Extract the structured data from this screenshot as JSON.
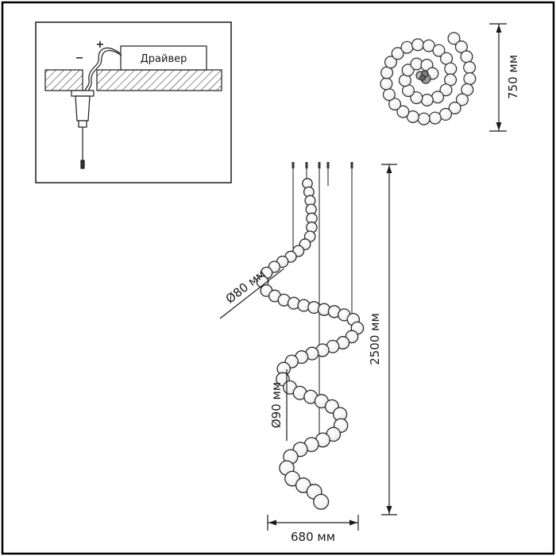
{
  "inset": {
    "driver": "Драйвер",
    "plus": "+",
    "minus": "−"
  },
  "dimensions": {
    "top_view_height": "750 мм",
    "total_height": "2500 мм",
    "upper_spiral_diameter": "Ø80 мм",
    "lower_spiral_diameter": "Ø90 мм",
    "bottom_width": "680 мм"
  },
  "colors": {
    "line": "#1a1a1a",
    "bead_stroke": "#2a2a2a",
    "background": "#ffffff"
  }
}
